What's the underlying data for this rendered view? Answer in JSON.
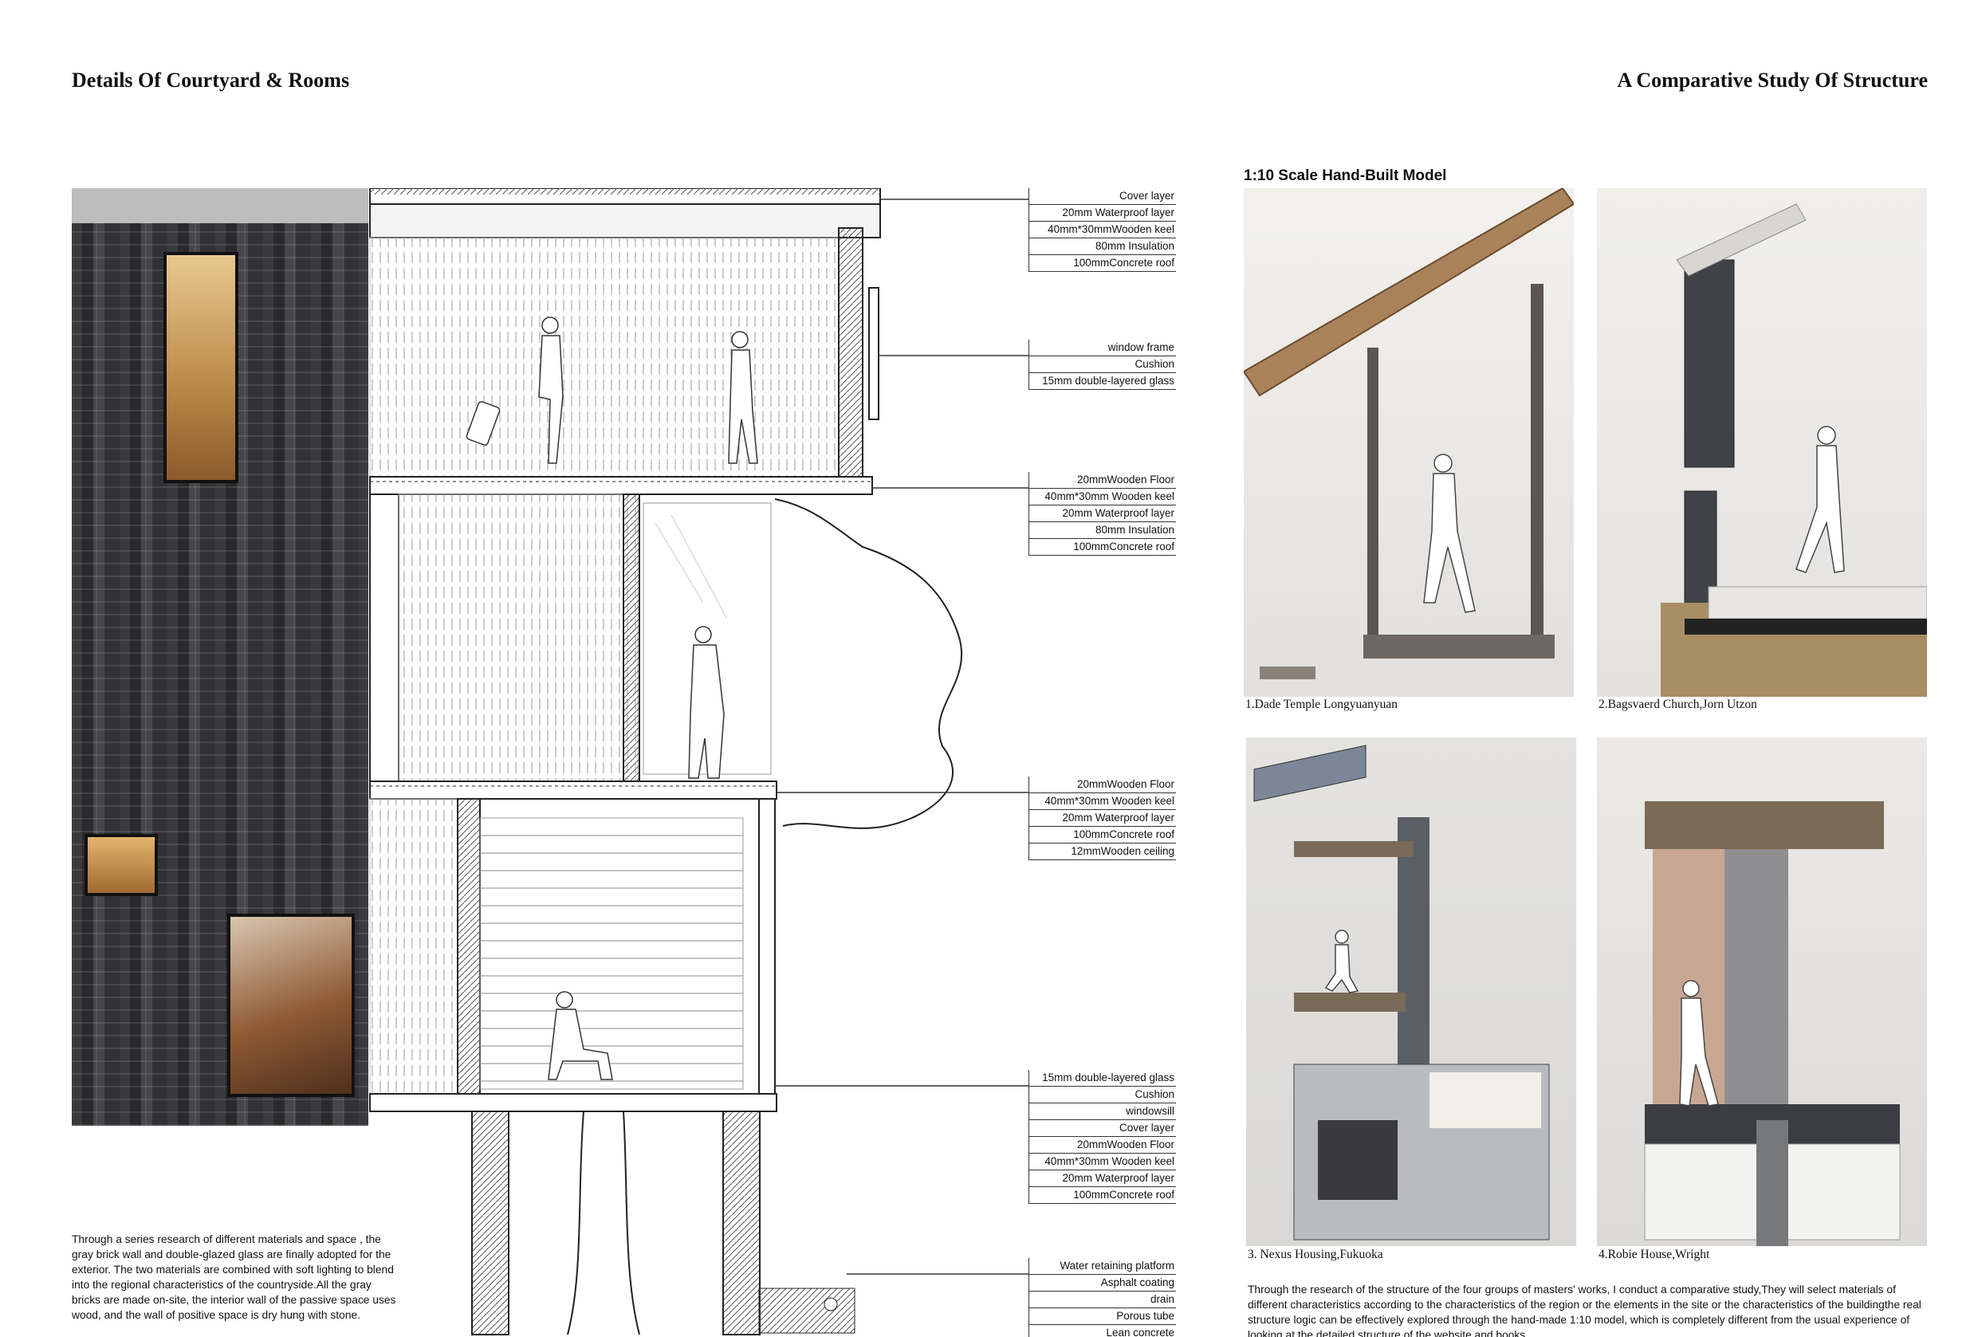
{
  "header": {
    "left_title": "Details Of  Courtyard & Rooms",
    "right_title": "A Comparative Study Of Structure"
  },
  "section_annotations": {
    "roof": [
      "Cover layer",
      "20mm Waterproof layer",
      "40mm*30mmWooden keel",
      "80mm Insulation",
      "100mmConcrete roof"
    ],
    "window": [
      "window frame",
      "Cushion",
      "15mm double-layered glass"
    ],
    "floor2": [
      "20mmWooden Floor",
      "40mm*30mm Wooden keel",
      "20mm Waterproof layer",
      "80mm Insulation",
      "100mmConcrete roof"
    ],
    "floor1": [
      "20mmWooden Floor",
      "40mm*30mm Wooden keel",
      "20mm Waterproof layer",
      "100mmConcrete roof",
      "12mmWooden ceiling"
    ],
    "ground": [
      "15mm double-layered glass",
      "Cushion",
      "windowsill",
      "Cover layer",
      "20mmWooden Floor",
      "40mm*30mm Wooden keel",
      "20mm Waterproof layer",
      "100mmConcrete roof"
    ],
    "base": [
      "Water retaining platform",
      "Asphalt coating",
      "drain",
      "Porous tube",
      "Lean concrete"
    ]
  },
  "models": {
    "title": "1:10 Scale Hand-Built Model",
    "captions": [
      "1.Dade Temple Longyuanyuan",
      "2.Bagsvaerd Church,Jorn Utzon",
      "3. Nexus Housing,Fukuoka",
      "4.Robie House,Wright"
    ]
  },
  "text": {
    "left_paragraph": "Through a series research of different materials and space , the gray brick wall and double-glazed glass are finally adopted for the exterior. The two materials are combined with soft lighting to blend into the regional characteristics of the countryside.All the gray bricks are made on-site, the interior wall of the passive space uses wood, and the wall of positive space is dry hung with stone.",
    "right_paragraph": "Through the research of the structure of the four groups of masters' works, I conduct a comparative study,They will select materials of different characteristics according to the characteristics of the region or the elements in the site or the characteristics of the buildingthe real structure logic can be effectively explored through the hand-made 1:10 model, which is completely different from the usual experience of looking at the detailed structure of the website and books."
  },
  "colors": {
    "brick": "#2b2b2f",
    "line": "#222222",
    "paper": "#ffffff"
  }
}
